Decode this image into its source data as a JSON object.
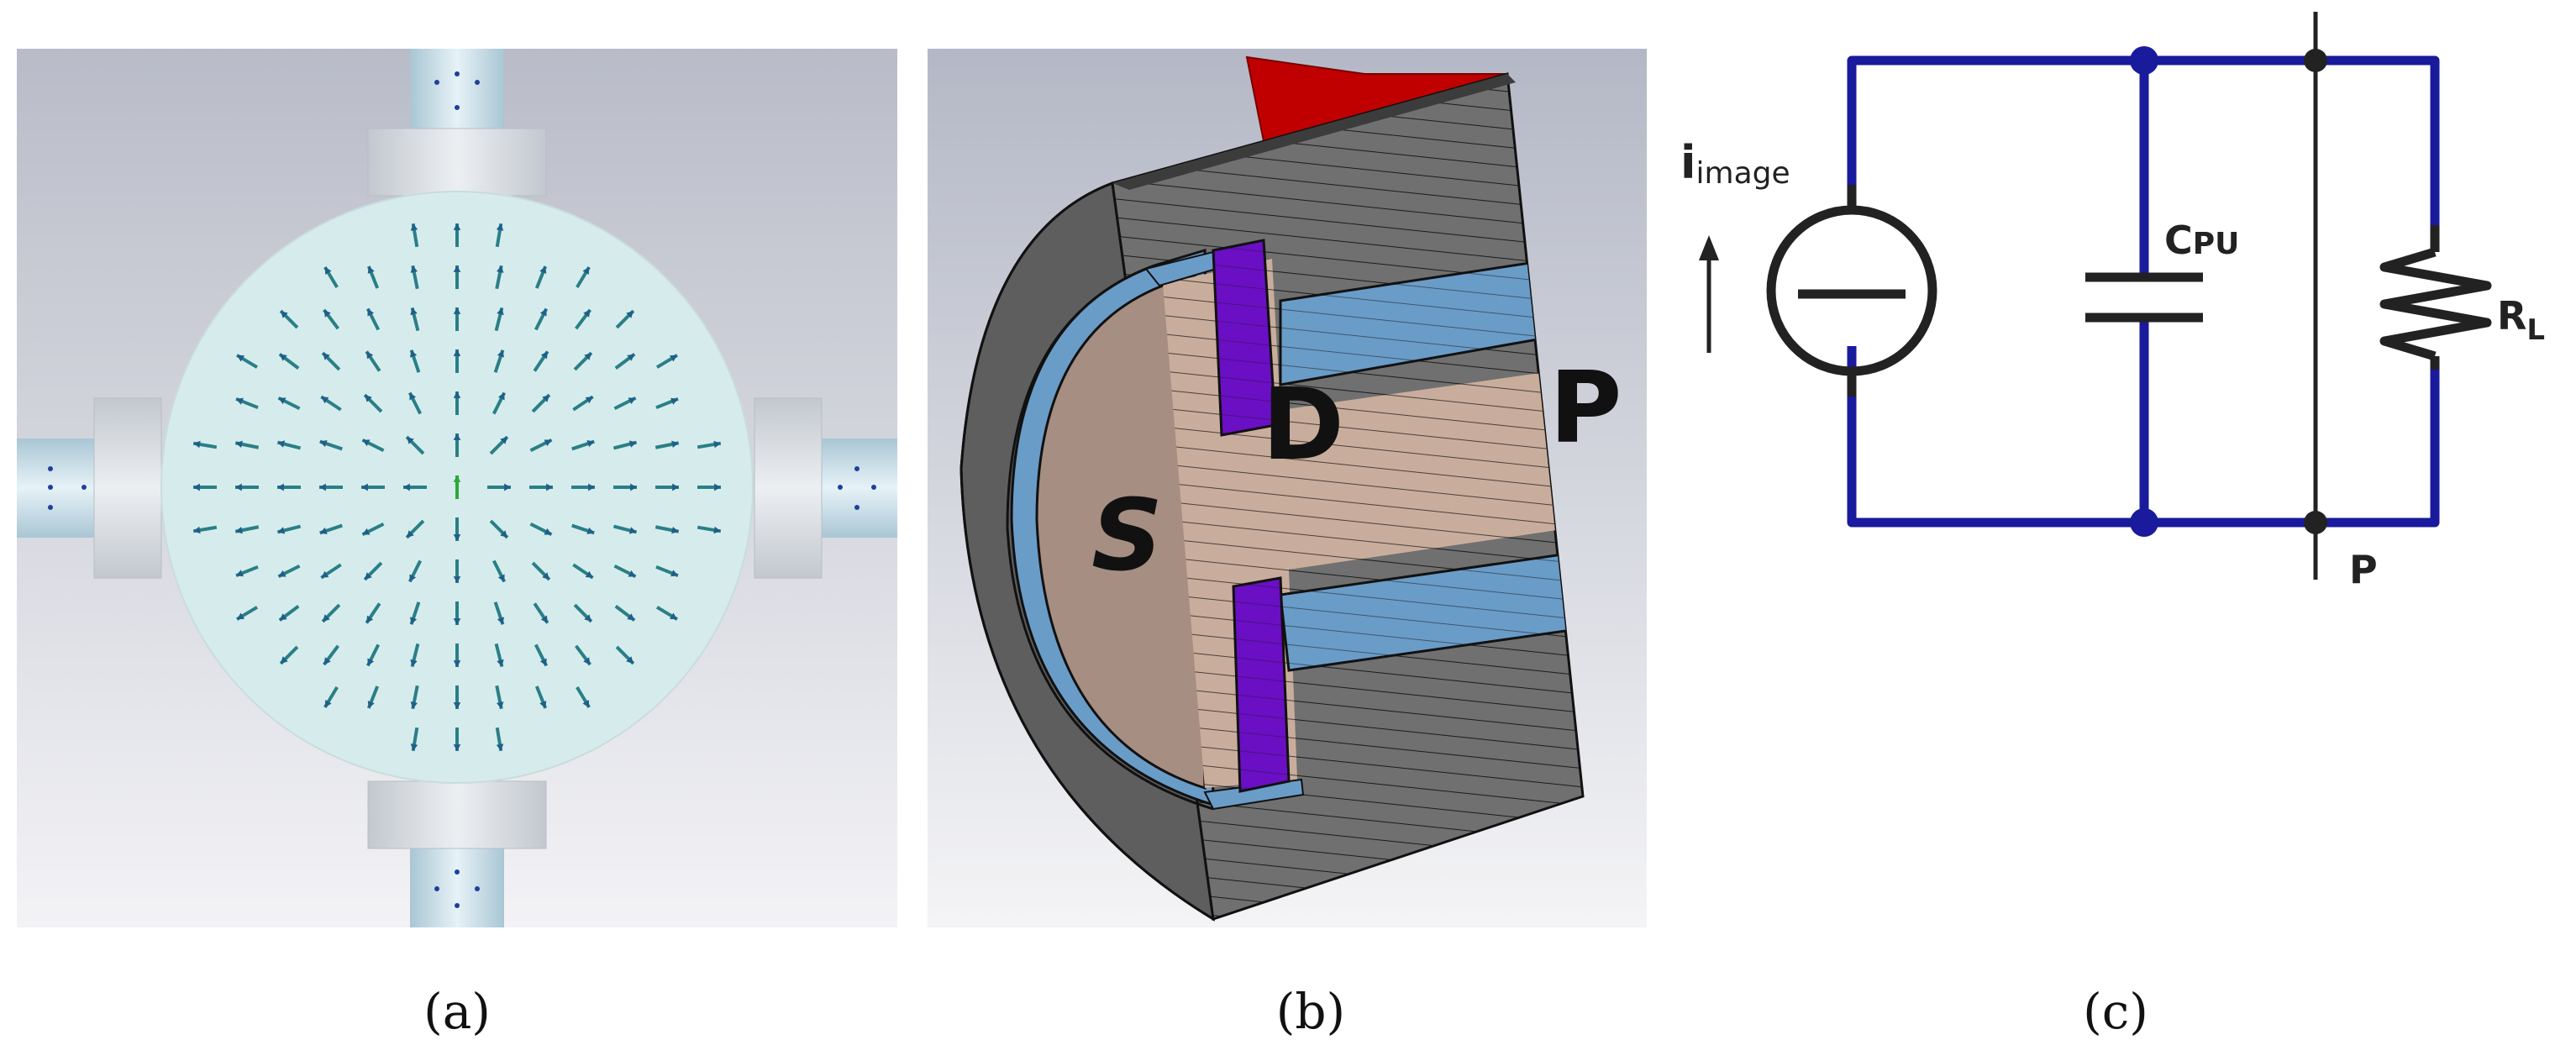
{
  "figure": {
    "panel_a": {
      "caption": "(a)"
    },
    "panel_b": {
      "caption": "(b)",
      "labels": {
        "source": "S",
        "dielectric": "D",
        "pickup": "P"
      }
    },
    "panel_c": {
      "caption": "(c)",
      "labels": {
        "current_main": "i",
        "current_sub": "image",
        "capacitor_main": "C",
        "capacitor_sub": "PU",
        "resistor_main": "R",
        "resistor_sub": "L",
        "node": "P"
      },
      "colors": {
        "wire": "#1a1a9c",
        "node_dot": "#1a1a9c",
        "component": "#222222"
      }
    },
    "colors": {
      "dielectric_purple": "#6a0fc4",
      "pickup_blue": "#6a9cc8",
      "source_tan": "#c9ad9c",
      "body_gray": "#6e6e6e",
      "flange_red": "#c00000",
      "arrow_teal": "#2a8a8a"
    }
  }
}
